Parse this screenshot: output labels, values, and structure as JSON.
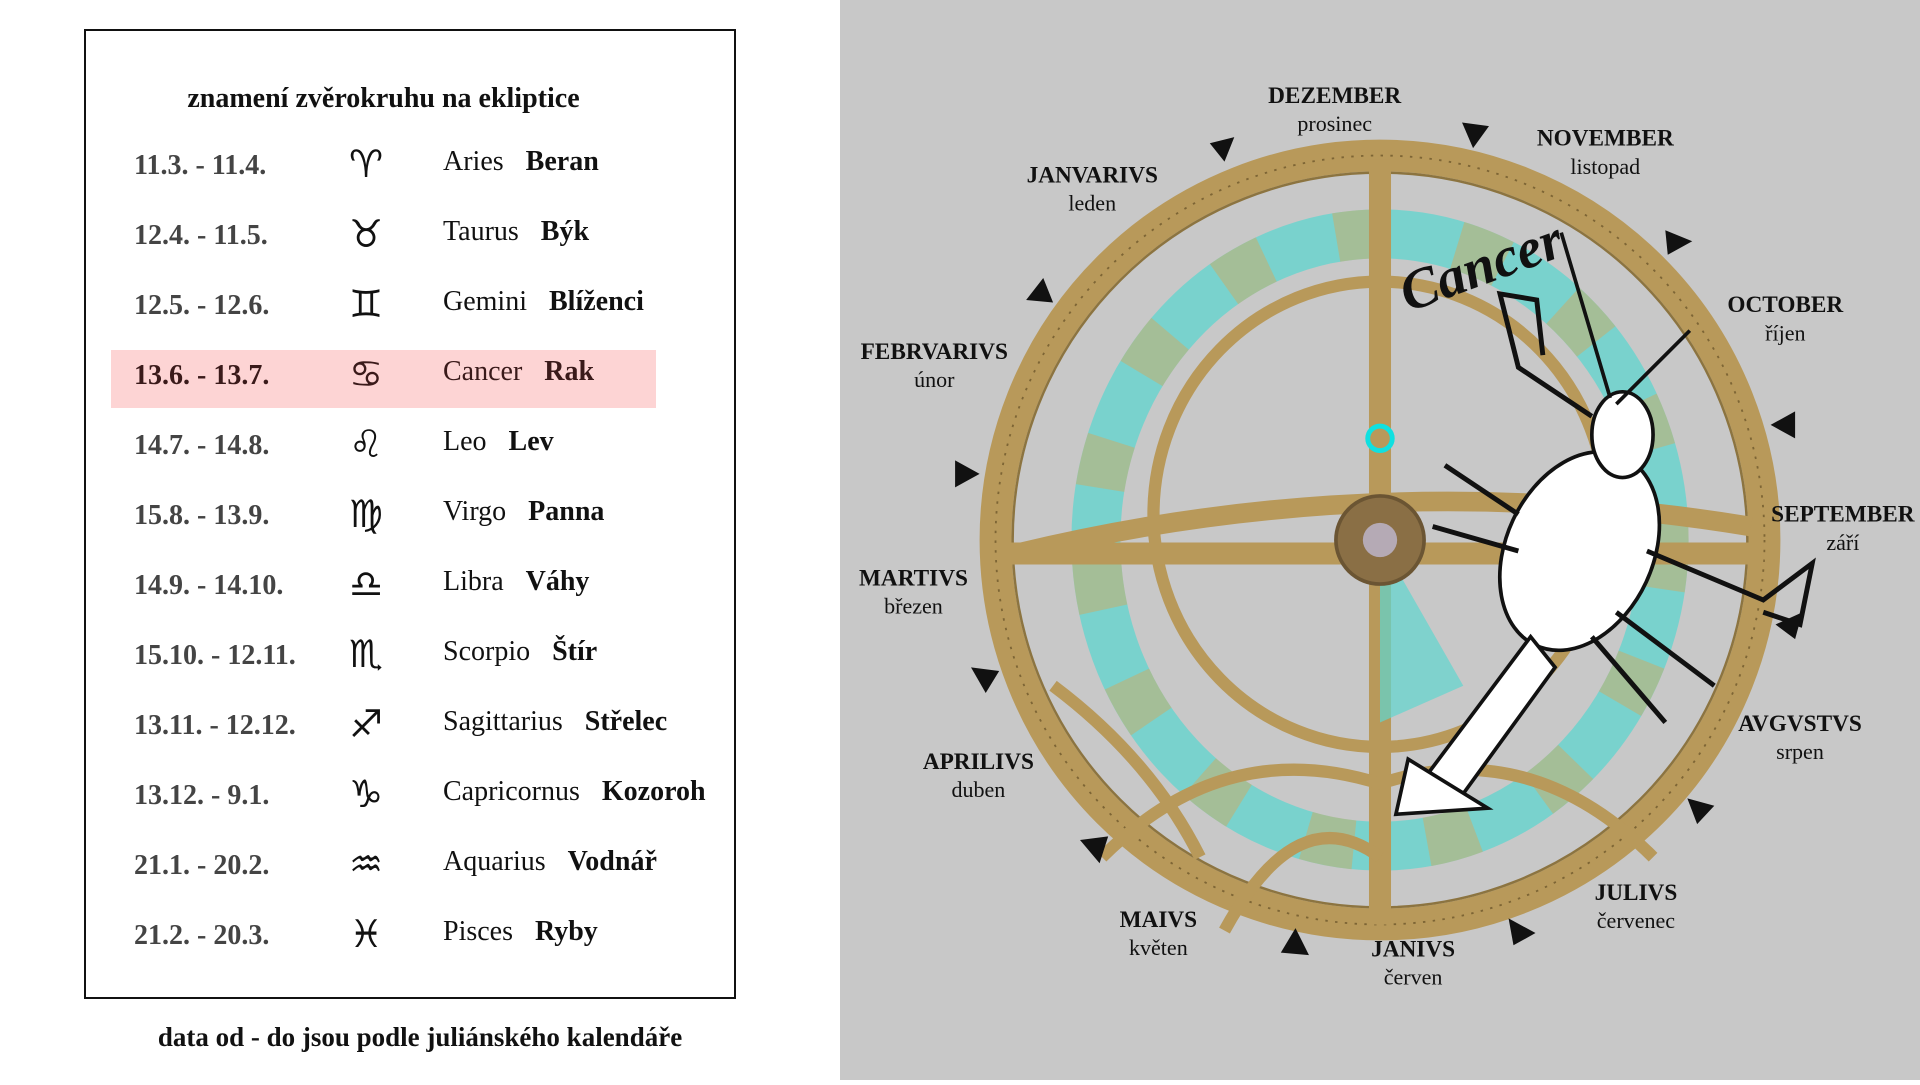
{
  "table": {
    "title": "znamení zvěrokruhu na ekliptice",
    "rows": [
      {
        "date": "11.3. - 11.4.",
        "icon": "♈",
        "icon_name": "aries-icon",
        "latin": "Aries",
        "czech": "Beran"
      },
      {
        "date": "12.4. - 11.5.",
        "icon": "♉",
        "icon_name": "taurus-icon",
        "latin": "Taurus",
        "czech": "Býk"
      },
      {
        "date": "12.5. - 12.6.",
        "icon": "♊",
        "icon_name": "gemini-icon",
        "latin": "Gemini",
        "czech": "Blíženci"
      },
      {
        "date": "13.6. - 13.7.",
        "icon": "♋",
        "icon_name": "cancer-icon",
        "latin": "Cancer",
        "czech": "Rak",
        "highlighted": true
      },
      {
        "date": "14.7. - 14.8.",
        "icon": "♌",
        "icon_name": "leo-icon",
        "latin": "Leo",
        "czech": "Lev"
      },
      {
        "date": "15.8. - 13.9.",
        "icon": "♍",
        "icon_name": "virgo-icon",
        "latin": "Virgo",
        "czech": "Panna"
      },
      {
        "date": "14.9. - 14.10.",
        "icon": "♎",
        "icon_name": "libra-icon",
        "latin": "Libra",
        "czech": "Váhy"
      },
      {
        "date": "15.10. - 12.11.",
        "icon": "♏",
        "icon_name": "scorpio-icon",
        "latin": "Scorpio",
        "czech": "Štír"
      },
      {
        "date": "13.11. - 12.12.",
        "icon": "♐",
        "icon_name": "sagittarius-icon",
        "latin": "Sagittarius",
        "czech": "Střelec"
      },
      {
        "date": "13.12. - 9.1.",
        "icon": "♑",
        "icon_name": "capricorn-icon",
        "latin": "Capricornus",
        "czech": "Kozoroh"
      },
      {
        "date": "21.1. - 20.2.",
        "icon": "♒",
        "icon_name": "aquarius-icon",
        "latin": "Aquarius",
        "czech": "Vodnář"
      },
      {
        "date": "21.2. - 20.3.",
        "icon": "♓",
        "icon_name": "pisces-icon",
        "latin": "Pisces",
        "czech": "Ryby"
      }
    ],
    "highlight_color": "#fdd4d4"
  },
  "footer": "data od - do jsou podle juliánského kalendáře",
  "astrolabe": {
    "sign_label": "Cancer",
    "months": [
      {
        "latin": "DEZEMBER",
        "czech": "prosinec"
      },
      {
        "latin": "NOVEMBER",
        "czech": "listopad"
      },
      {
        "latin": "JANVARIVS",
        "czech": "leden"
      },
      {
        "latin": "OCTOBER",
        "czech": "říjen"
      },
      {
        "latin": "FEBRVARIVS",
        "czech": "únor"
      },
      {
        "latin": "SEPTEMBER",
        "czech": "září"
      },
      {
        "latin": "MARTIVS",
        "czech": "březen"
      },
      {
        "latin": "AVGVSTVS",
        "czech": "srpen"
      },
      {
        "latin": "APRILIVS",
        "czech": "duben"
      },
      {
        "latin": "JULIVS",
        "czech": "červenec"
      },
      {
        "latin": "MAIVS",
        "czech": "květen"
      },
      {
        "latin": "JANIVS",
        "czech": "červen"
      }
    ],
    "colors": {
      "brass": "#b8995a",
      "band": "#5fd6cf",
      "background": "#c8c8c8"
    }
  }
}
